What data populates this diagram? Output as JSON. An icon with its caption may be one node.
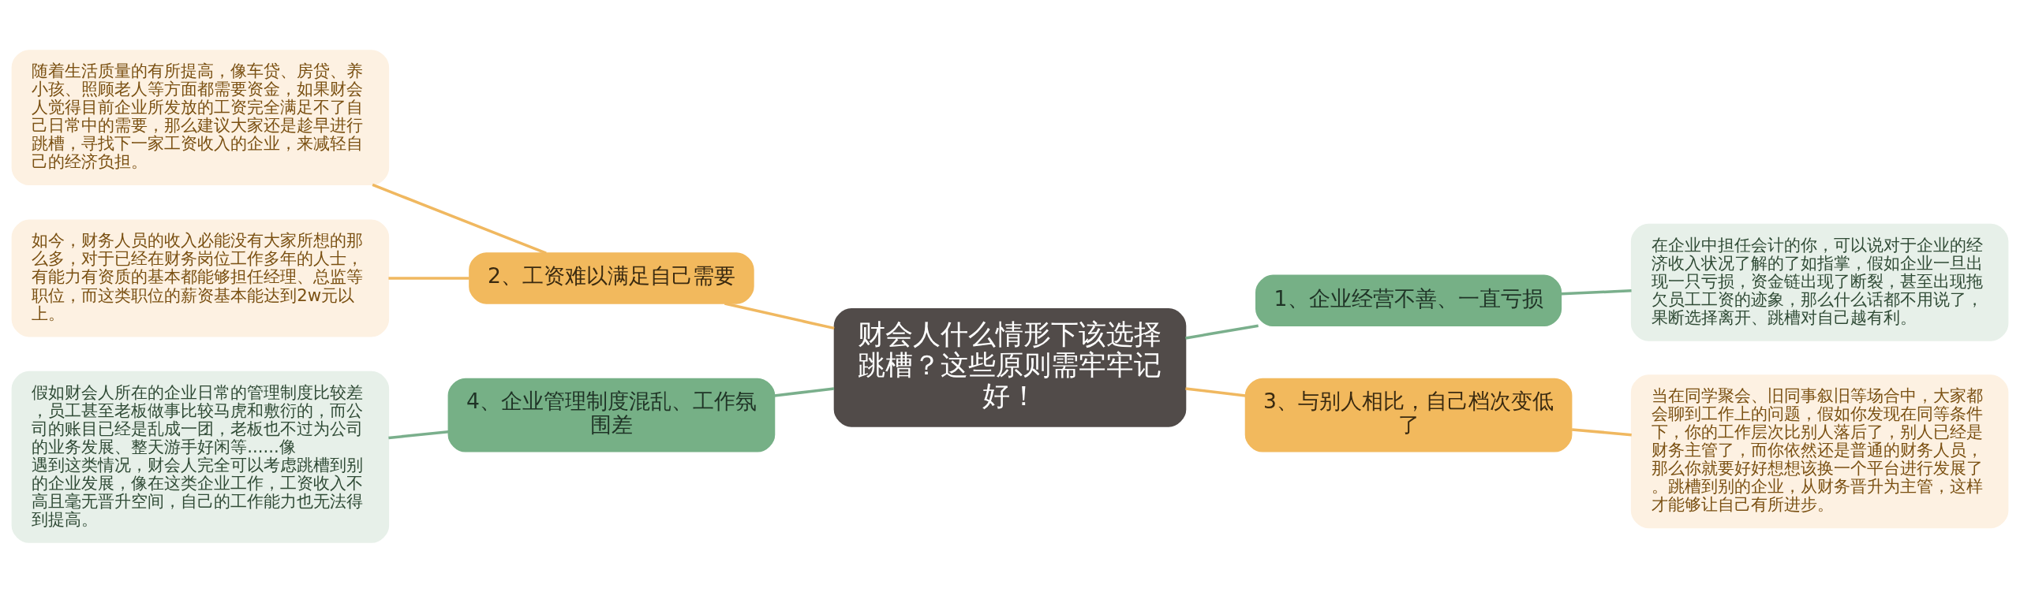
{
  "diagram": {
    "nodes": [
      {
        "text": [
          "财会人什么情形下该选择跳槽？这些原则需牢牢记好！"
        ]
      },
      {
        "text": [
          "1、企业经营不善、一直亏损"
        ]
      },
      {
        "text": [
          "在企业中担任会计的你，可以说对于企业的经济收入状况了解的了如指掌，假如企业一旦出现一只亏损，资金链出现了断裂，甚至出现拖欠员工工资的迹象，那么什么话都不用说了，果断选择离开、跳槽对自己越有利。"
        ]
      },
      {
        "text": [
          "2、工资难以满足自己需要"
        ]
      },
      {
        "text": [
          "随着生活质量的有所提高，像车贷、房贷、养小孩、照顾老人等方面都需要资金，如果财会人觉得目前企业所发放的工资完全满足不了自己日常中的需要，那么建议大家还是趁早进行跳槽，寻找下一家工资收入的企业，来减轻自己的经济负担。"
        ]
      },
      {
        "text": [
          "如今，财务人员的收入必能没有大家所想的那么多，对于已经在财务岗位工作多年的人士，有能力有资质的基本都能够担任经理、总监等职位，而这类职位的薪资基本能达到2w元以上。"
        ]
      },
      {
        "text": [
          "3、与别人相比，自己档次变低了"
        ]
      },
      {
        "text": [
          "当在同学聚会、旧同事叙旧等场合中，大家都会聊到工作上的问题，假如你发现在同等条件下，你的工作层次比别人落后了，别人已经是财务主管了，而你依然还是普通的财务人员，那么你就要好好想想该换一个平台进行发展了。跳槽到别的企业，从财务晋升为主管，这样才能够让自己有所进步。"
        ]
      },
      {
        "text": [
          "4、企业管理制度混乱、工作氛围差"
        ]
      },
      {
        "text": [
          "假如财会人所在的企业日常的管理制度比较差，员工甚至老板做事比较马虎和敷衍的，而公司的账目已经是乱成一团，老板也不过为公司的业务发展、整天游手好闲等......像遇到这类情况，财会人完全可以考虑跳槽到别的企业发展，像在这类企业工作，工资收入不高且毫无晋升空间，自己的工作能力也无法得到提高。"
        ]
      }
    ],
    "edges": [
      {
        "from": 0,
        "to": 1,
        "arrow": "none",
        "color": "#7aaf8c"
      },
      {
        "from": 1,
        "to": 2,
        "arrow": "none",
        "color": "#7aaf8c"
      },
      {
        "from": 0,
        "to": 3,
        "arrow": "none",
        "color": "#f0b860"
      },
      {
        "from": 3,
        "to": 4,
        "arrow": "none",
        "color": "#f0b860"
      },
      {
        "from": 3,
        "to": 5,
        "arrow": "none",
        "color": "#f0b860"
      },
      {
        "from": 0,
        "to": 6,
        "arrow": "none",
        "color": "#f0b860"
      },
      {
        "from": 6,
        "to": 7,
        "arrow": "none",
        "color": "#f0b860"
      },
      {
        "from": 0,
        "to": 8,
        "arrow": "none",
        "color": "#7aaf8c"
      },
      {
        "from": 8,
        "to": 9,
        "arrow": "none",
        "color": "#7aaf8c"
      }
    ]
  }
}
